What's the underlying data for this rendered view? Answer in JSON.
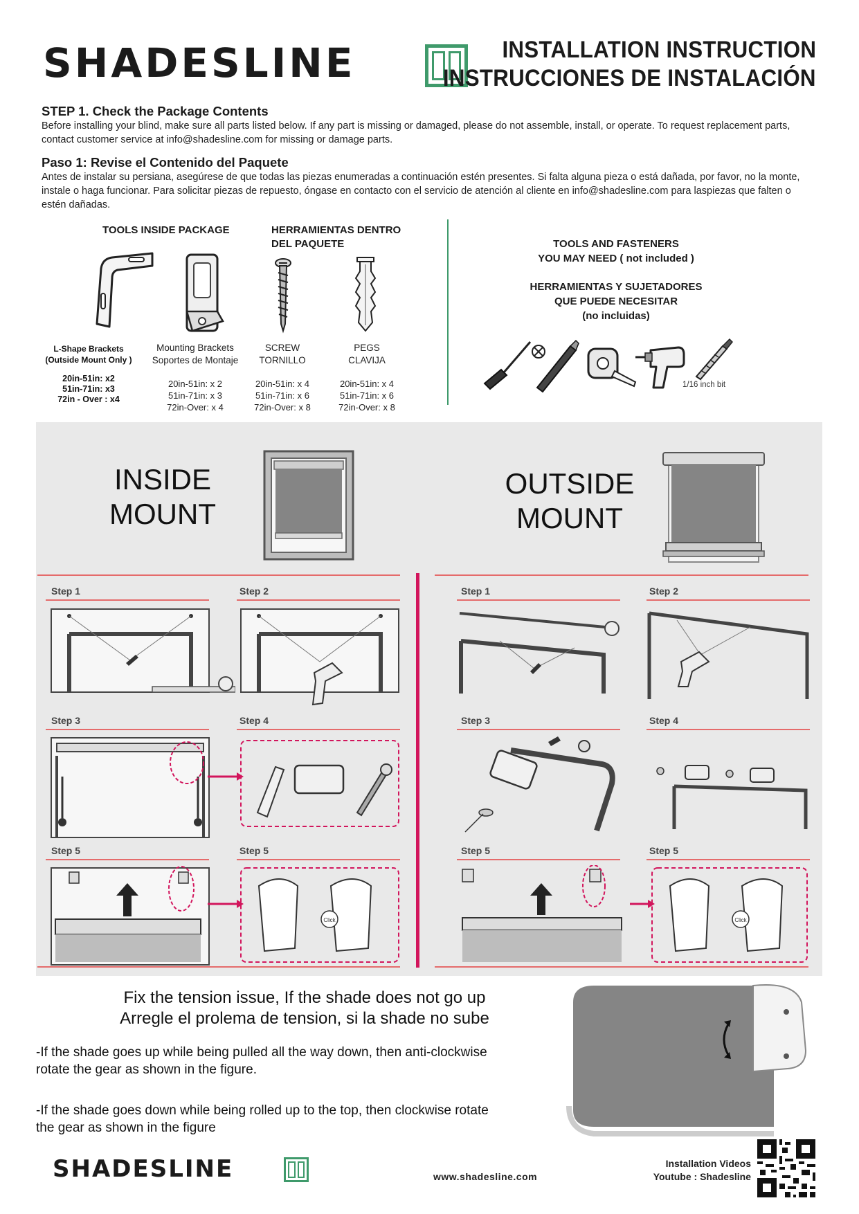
{
  "header": {
    "logo_text": "SHADESLINE",
    "title_en": "INSTALLATION INSTRUCTION",
    "title_es": "INSTRUCCIONES DE INSTALACIÓN"
  },
  "step1_en": {
    "heading": "STEP 1. Check the Package Contents",
    "line1": "Before installing your blind, make sure all parts listed below. If any part is missing or damaged, please do not assemble, install, or operate.  To request replacement parts,",
    "line2": "contact customer service at info@shadesline.com for missing or damage parts."
  },
  "step1_es": {
    "heading": "Paso 1: Revise el Contenido del Paquete",
    "line1": "Antes de instalar su persiana, asegúrese de que todas las piezas enumeradas a continuación estén presentes. Si falta alguna pieza o está dañada, por favor, no la monte,",
    "line2": "instale o haga funcionar. Para solicitar piezas de repuesto,  óngase en contacto con el servicio de atención al cliente en info@shadesline.com para laspiezas que falten o",
    "line3": "estén dañadas."
  },
  "tools_inside": {
    "heading_en": "TOOLS INSIDE PACKAGE",
    "heading_es_1": "HERRAMIENTAS DENTRO",
    "heading_es_2": "DEL PAQUETE",
    "items": [
      {
        "label1": "L-Shape Brackets",
        "label2": "(Outside Mount Only )",
        "q1": "20in-51in: x2",
        "q2": "51in-71in: x3",
        "q3": "72in - Over : x4"
      },
      {
        "label1": "Mounting Brackets",
        "label2": "Soportes de Montaje",
        "q1": "20in-51in: x 2",
        "q2": "51in-71in: x 3",
        "q3": "72in-Over: x 4"
      },
      {
        "label1": "SCREW",
        "label2": "TORNILLO",
        "q1": "20in-51in: x 4",
        "q2": "51in-71in: x 6",
        "q3": "72in-Over: x 8"
      },
      {
        "label1": "PEGS",
        "label2": "CLAVIJA",
        "q1": "20in-51in: x 4",
        "q2": "51in-71in: x 6",
        "q3": "72in-Over: x 8"
      }
    ]
  },
  "tools_needed": {
    "line1": "TOOLS AND FASTENERS",
    "line2": "YOU MAY NEED ( not included )",
    "line3": "HERRAMIENTAS Y SUJETADORES",
    "line4": "QUE PUEDE NECESITAR",
    "line5": "(no incluidas)",
    "bit_label": "1/16 inch bit"
  },
  "inside_mount": {
    "title1": "INSIDE",
    "title2": "MOUNT",
    "steps": [
      "Step 1",
      "Step 2",
      "Step 3",
      "Step 4",
      "Step 5",
      "Step 5"
    ]
  },
  "outside_mount": {
    "title1": "OUTSIDE",
    "title2": "MOUNT",
    "steps": [
      "Step 1",
      "Step 2",
      "Step 3",
      "Step 4",
      "Step 5",
      "Step 5"
    ]
  },
  "click_label": "Click",
  "tension": {
    "title_en": "Fix the tension issue, If the shade does not go up",
    "title_es": "Arregle el prolema de tension, si la shade no sube",
    "p1_line1": "-If the shade goes up while being pulled all the way down, then anti-clockwise",
    "p1_line2": "rotate the gear as shown in the figure.",
    "p2_line1": "-If the shade goes down while being rolled up to the top, then clockwise rotate",
    "p2_line2": "the gear as shown in the figure"
  },
  "footer": {
    "logo_text": "SHADESLINE",
    "website": "www.shadesline.com",
    "videos_line1": "Installation Videos",
    "videos_line2": "Youtube : Shadesline"
  },
  "colors": {
    "brand_green": "#3f9a6b",
    "divider_red": "#d2155c",
    "step_line_red": "#e56b6b",
    "panel_gray": "#e9e9e9",
    "shade_gray": "#858585"
  }
}
